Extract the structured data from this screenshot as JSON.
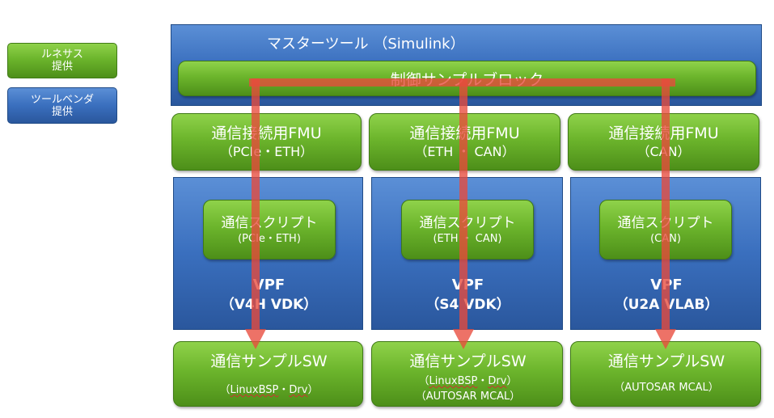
{
  "legend": [
    {
      "lines": [
        "ルネサス",
        "提供"
      ],
      "color": "#6cb52c"
    },
    {
      "lines": [
        "ツールベンダ",
        "提供"
      ],
      "color": "#3a6fbe"
    }
  ],
  "master": {
    "title": "マスターツール （Simulink）",
    "control_block": "制御サンプルブロック"
  },
  "fmu": [
    {
      "line1": "通信接続用FMU",
      "line2": "（PCIe・ETH）"
    },
    {
      "line1": "通信接続用FMU",
      "line2": "（ETH ・ CAN）"
    },
    {
      "line1": "通信接続用FMU",
      "line2": "（CAN）"
    }
  ],
  "vpf": [
    {
      "script": "通信スクリプト",
      "script_sub": "(PCIe・ETH)",
      "name": "VPF",
      "target": "（V4H VDK）"
    },
    {
      "script": "通信スクリプト",
      "script_sub": "(ETH ・ CAN)",
      "name": "VPF",
      "target": "（S4 VDK）"
    },
    {
      "script": "通信スクリプト",
      "script_sub": "(CAN)",
      "name": "VPF",
      "target": "（U2A VLAB）"
    }
  ],
  "sw": [
    {
      "title": "通信サンプルSW",
      "sub1_pre": "（",
      "sub1_a": "LinuxBSP",
      "sub1_mid": "・",
      "sub1_b": "Drv",
      "sub1_post": "）",
      "sub2": ""
    },
    {
      "title": "通信サンプルSW",
      "sub1_pre": "（",
      "sub1_a": "LinuxBSP",
      "sub1_mid": "・",
      "sub1_b": "Drv",
      "sub1_post": "）",
      "sub2": "（AUTOSAR MCAL）"
    },
    {
      "title": "通信サンプルSW",
      "sub1_pre": "",
      "sub1_a": "",
      "sub1_mid": "",
      "sub1_b": "",
      "sub1_post": "",
      "sub2": "（AUTOSAR MCAL）"
    }
  ],
  "colors": {
    "green": "#6cb52c",
    "blue": "#3a6fbe",
    "arrow": "#e84a3c"
  }
}
